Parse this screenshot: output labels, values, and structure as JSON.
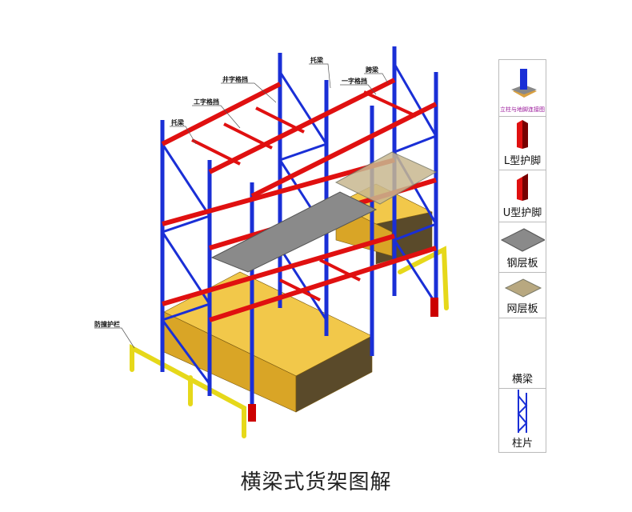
{
  "title": "横梁式货架图解",
  "callouts": {
    "jingzi": "井字格挡",
    "gongzi": "工字格挡",
    "tuoliang_left": "托梁",
    "tuoliang_top": "托梁",
    "kualiang": "跨梁",
    "yizi": "一字格挡",
    "guardrail": "防撞护栏"
  },
  "legend": [
    {
      "label": "立柱与地脚连接图",
      "icon": "upright-base-connection-icon"
    },
    {
      "label": "L型护脚",
      "icon": "l-guard-icon"
    },
    {
      "label": "U型护脚",
      "icon": "u-guard-icon"
    },
    {
      "label": "钢层板",
      "icon": "steel-deck-icon"
    },
    {
      "label": "网层板",
      "icon": "wire-deck-icon"
    },
    {
      "label": "横梁",
      "icon": "beam-icon"
    },
    {
      "label": "柱片",
      "icon": "upright-frame-icon"
    }
  ],
  "colors": {
    "upright": "#1a2fd6",
    "beam": "#e01010",
    "cargo": "#e8b020",
    "guardrail": "#f0e020"
  }
}
